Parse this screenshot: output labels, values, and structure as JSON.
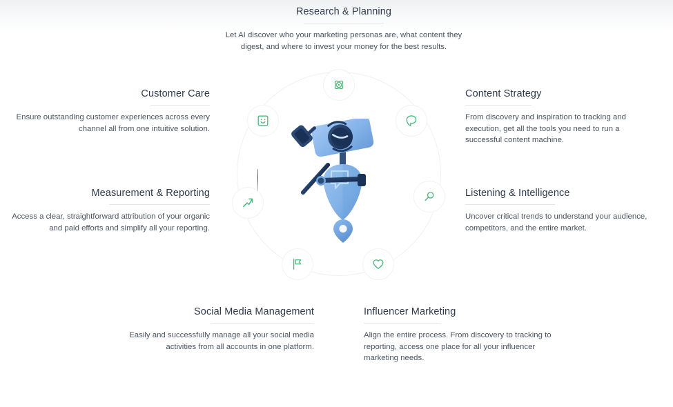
{
  "page": {
    "background": "#ffffff",
    "accent_green": "#4ab87a",
    "robot_blue": "#7fb2e8",
    "robot_dark": "#1f3a5f",
    "heading_color": "#2f3b4c",
    "body_color": "#4a5462"
  },
  "features": [
    {
      "id": "research",
      "title": "Research & Planning",
      "description": "Let AI discover who your marketing personas are, what content they digest, and where to invest your money for the best results.",
      "icon": "atom-icon"
    },
    {
      "id": "customer",
      "title": "Customer Care",
      "description": "Ensure outstanding customer experiences across every channel all from one intuitive solution.",
      "icon": "smiley-square-icon"
    },
    {
      "id": "measure",
      "title": "Measurement & Reporting",
      "description": "Access a clear, straightforward attribution of your organic and paid efforts and simplify all your reporting.",
      "icon": "trend-arrow-icon"
    },
    {
      "id": "content",
      "title": "Content Strategy",
      "description": "From discovery and inspiration to tracking and execution, get all the tools you need to run a successful content machine.",
      "icon": "speech-bubble-icon"
    },
    {
      "id": "listening",
      "title": "Listening & Intelligence",
      "description": "Uncover critical trends to understand your audience, competitors, and the entire market.",
      "icon": "magnifier-icon"
    },
    {
      "id": "social",
      "title": "Social Media Management",
      "description": "Easily and successfully manage all your social media activities from all accounts in one platform.",
      "icon": "flag-icon"
    },
    {
      "id": "influencer",
      "title": "Influencer Marketing",
      "description": "Align the entire process. From discovery to tracking to reporting, access one place for all your influencer marketing needs.",
      "icon": "heart-icon"
    }
  ],
  "illustration": {
    "name": "robot-with-camera-head",
    "elements": [
      "camera-head",
      "body",
      "speech-bubble-badge",
      "selfie-stick-arm",
      "location-pin"
    ]
  }
}
